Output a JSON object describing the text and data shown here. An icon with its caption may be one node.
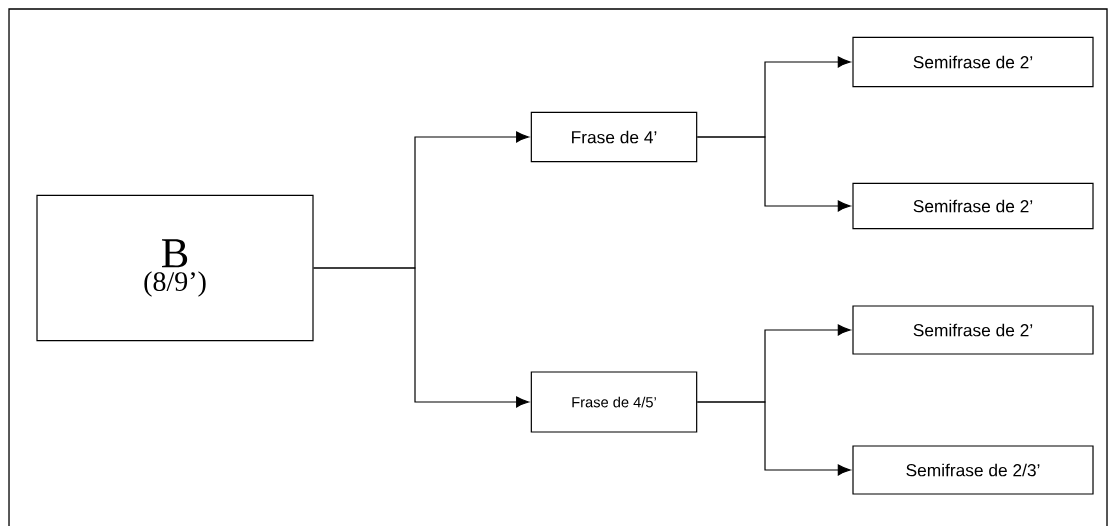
{
  "diagram": {
    "nodes": [
      {
        "text": [
          "B",
          "(8/9’)"
        ]
      },
      {
        "text": [
          "Frase de 4’"
        ]
      },
      {
        "text": [
          "Frase de 4/5’"
        ]
      },
      {
        "text": [
          "Semifrase de 2’"
        ]
      },
      {
        "text": [
          "Semifrase de 2’"
        ]
      },
      {
        "text": [
          "Semifrase de 2’"
        ]
      },
      {
        "text": [
          "Semifrase de 2/3’"
        ]
      }
    ],
    "edges": [
      {
        "from": 0,
        "to": 1,
        "arrow": "to"
      },
      {
        "from": 0,
        "to": 2,
        "arrow": "to"
      },
      {
        "from": 1,
        "to": 3,
        "arrow": "to"
      },
      {
        "from": 1,
        "to": 4,
        "arrow": "to"
      },
      {
        "from": 2,
        "to": 5,
        "arrow": "to"
      },
      {
        "from": 2,
        "to": 6,
        "arrow": "to"
      }
    ]
  }
}
